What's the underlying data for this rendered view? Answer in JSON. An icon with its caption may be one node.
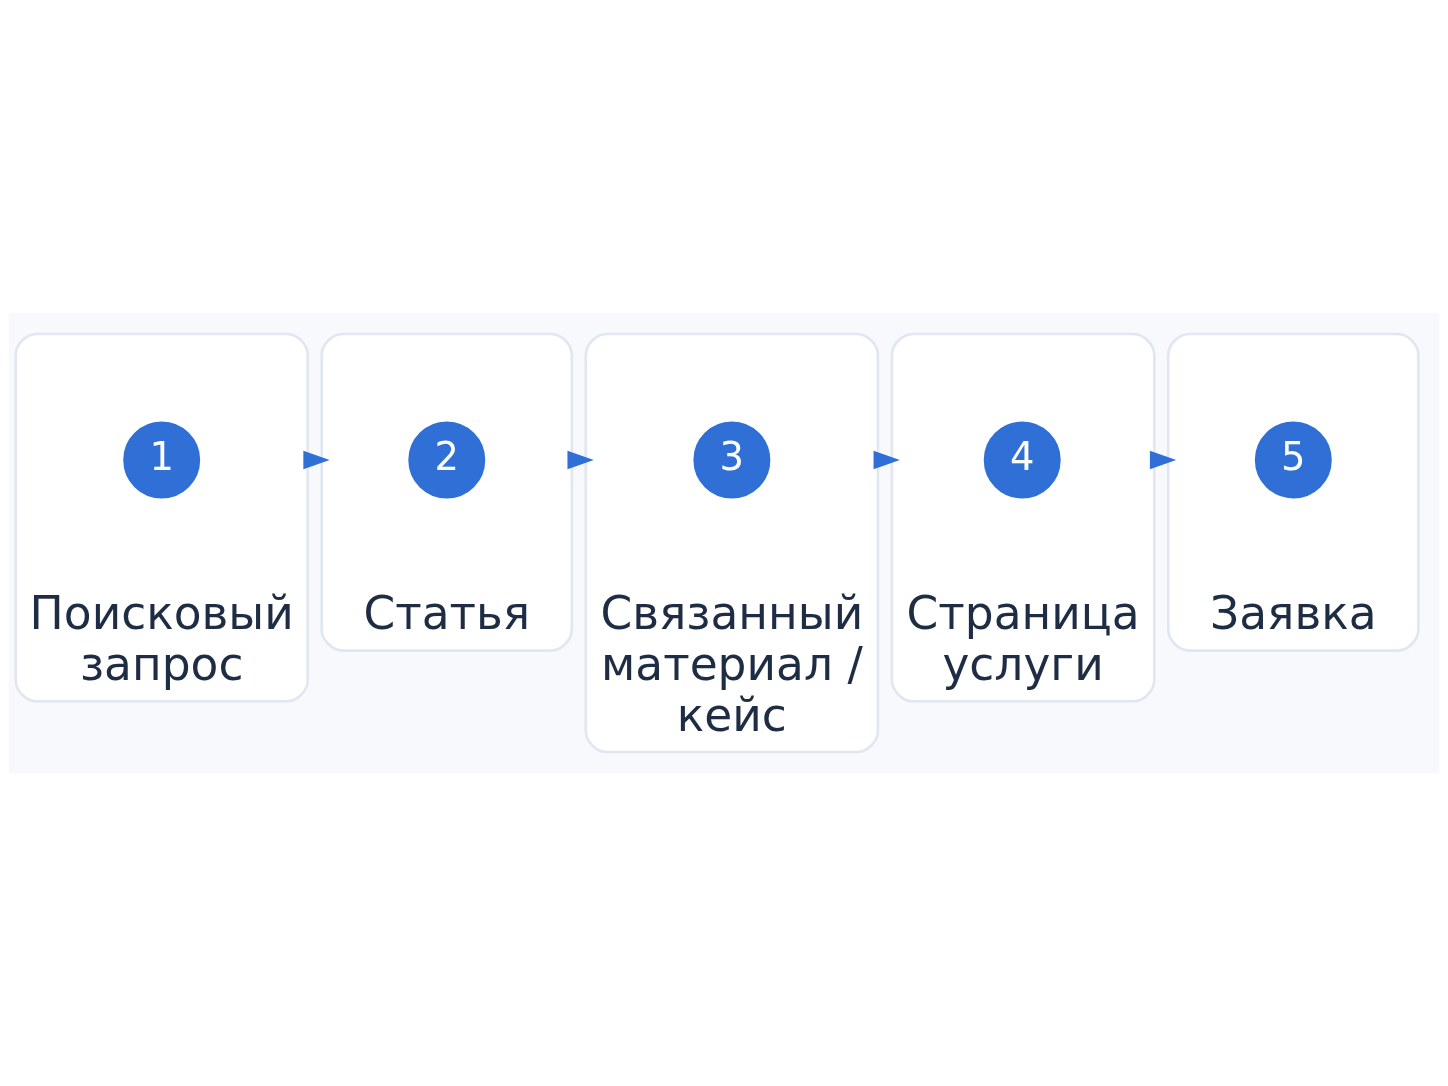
{
  "diagram": {
    "nodes": [
      {
        "text": [
          "Поисковый запрос"
        ]
      },
      {
        "text": [
          "1"
        ],
        "in": 0
      },
      {
        "text": [
          "Статья"
        ]
      },
      {
        "text": [
          "2"
        ],
        "in": 2
      },
      {
        "text": [
          "Связанный материал / кейс"
        ]
      },
      {
        "text": [
          "3"
        ],
        "in": 4
      },
      {
        "text": [
          "Страница услуги"
        ]
      },
      {
        "text": [
          "4"
        ],
        "in": 6
      },
      {
        "text": [
          "Заявка"
        ]
      },
      {
        "text": [
          "5"
        ],
        "in": 8
      }
    ],
    "edges": [
      {
        "from": 0,
        "to": 2,
        "arrow": "to"
      },
      {
        "from": 2,
        "to": 4,
        "arrow": "to"
      },
      {
        "from": 4,
        "to": 6,
        "arrow": "to"
      },
      {
        "from": 6,
        "to": 8,
        "arrow": "to"
      }
    ]
  }
}
